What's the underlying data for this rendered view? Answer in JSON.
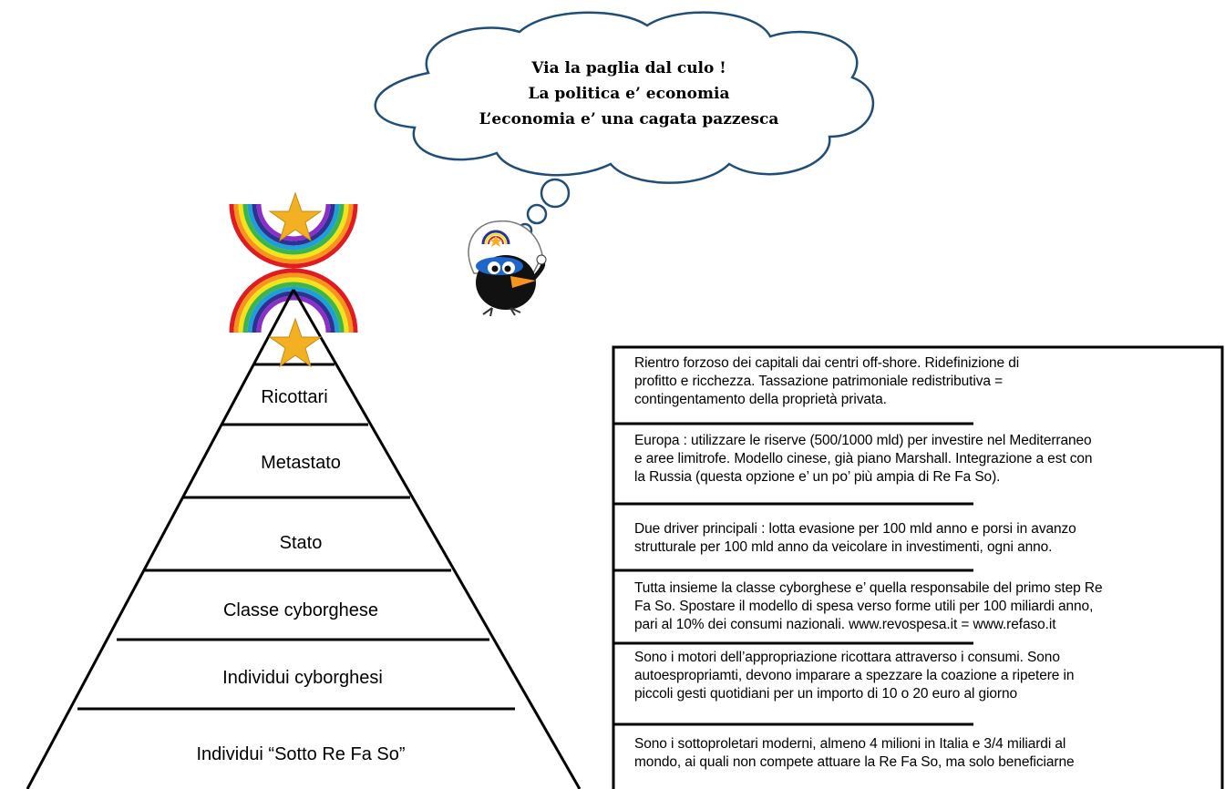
{
  "thought_cloud": {
    "lines": [
      "Via la paglia dal culo !",
      "La politica e’ economia",
      "L’economia e’ una cagata pazzesca"
    ]
  },
  "pyramid": {
    "levels": [
      "Ricottari",
      "Metastato",
      "Stato",
      "Classe cyborghese",
      "Individui cyborghesi",
      "Individui “Sotto Re Fa So”"
    ]
  },
  "descriptions": [
    {
      "lines": [
        "Rientro forzoso dei capitali dai centri off-shore. Ridefinizione di",
        "profitto e ricchezza. Tassazione patrimoniale redistributiva =",
        "contingentamento della proprietà privata."
      ]
    },
    {
      "lines": [
        "Europa : utilizzare le riserve (500/1000 mld) per investire nel Mediterraneo",
        "e aree limitrofe. Modello cinese, già piano Marshall. Integrazione a est con",
        "la Russia (questa opzione e’ un po’ più ampia di Re Fa So)."
      ]
    },
    {
      "lines": [
        "Due driver principali : lotta evasione per 100 mld anno e porsi in avanzo",
        "strutturale per 100 mld anno da veicolare in investimenti, ogni anno."
      ]
    },
    {
      "lines": [
        "Tutta insieme la classe cyborghese e’ quella responsabile del primo step Re",
        "Fa So. Spostare il modello di spesa verso forme utili per 100 miliardi anno,",
        "pari al 10% dei consumi nazionali. www.revospesa.it = www.refaso.it"
      ]
    },
    {
      "lines": [
        "Sono i motori dell’appropriazione ricottara attraverso i consumi. Sono",
        "autoespropriamti, devono imparare a spezzare la coazione a ripetere  in",
        "piccoli gesti quotidiani per un importo di 10 o 20 euro al giorno"
      ]
    },
    {
      "lines": [
        "Sono i sottoproletari moderni, almeno 4 milioni in Italia e 3/4 miliardi al",
        "mondo, ai quali non compete attuare la Re Fa So, ma solo beneficiarne"
      ]
    }
  ],
  "colors": {
    "outline": "#000000",
    "star": "#f2b022",
    "rainbow": [
      "#e01b22",
      "#f7941d",
      "#f5e31a",
      "#3db54a",
      "#1e9fd8",
      "#2e3192",
      "#8b2fc9"
    ]
  }
}
